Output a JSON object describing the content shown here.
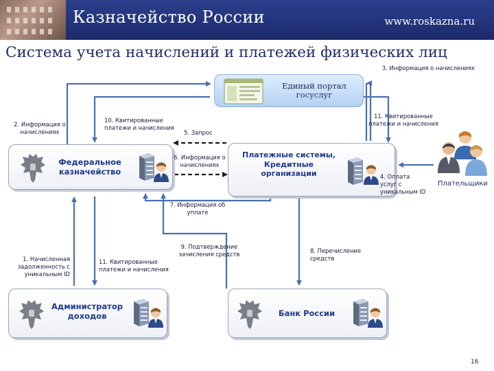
{
  "header": {
    "title": "Казначейство России",
    "site": "www.roskazna.ru",
    "photo_icon": "treasury-building-photo"
  },
  "page_title": "Система учета начислений и платежей физических лиц",
  "nodes": {
    "portal": "Единый портал госуслуг",
    "federal": "Федеральное казначейство",
    "payment": "Платежные системы, Кредитные организации",
    "admin": "Администратор доходов",
    "bank": "Банк России",
    "payers": "Плательщики"
  },
  "flows": {
    "f1": "1. Начисленная задолженность с уникальным ID",
    "f2": "2. Информация о начислениях",
    "f3": "3. Информация о начислениях",
    "f4": "4. Оплата услуг с уникальным ID",
    "f5": "5. Запрос",
    "f6": "6. Информация о начислениях",
    "f7": "7. Информация об уплате",
    "f8": "8. Перечисление средств",
    "f9": "9. Подтверждение зачисления средств",
    "f10": "10. Квитированные платежи и начисления",
    "f11a": "11. Квитированные платежи и начисления",
    "f11b": "11. Квитированные платежи и начисления"
  },
  "page_number": "16",
  "colors": {
    "header_bg": "#22337a",
    "arrow": "#4a6fb0",
    "box_text": "#1e3a8c",
    "emblem": "#7a7e88"
  },
  "icons": [
    "treasury-building-photo",
    "portal-screen-icon",
    "eagle-emblem-icon",
    "server-icon",
    "user-icon",
    "people-group-icon"
  ]
}
